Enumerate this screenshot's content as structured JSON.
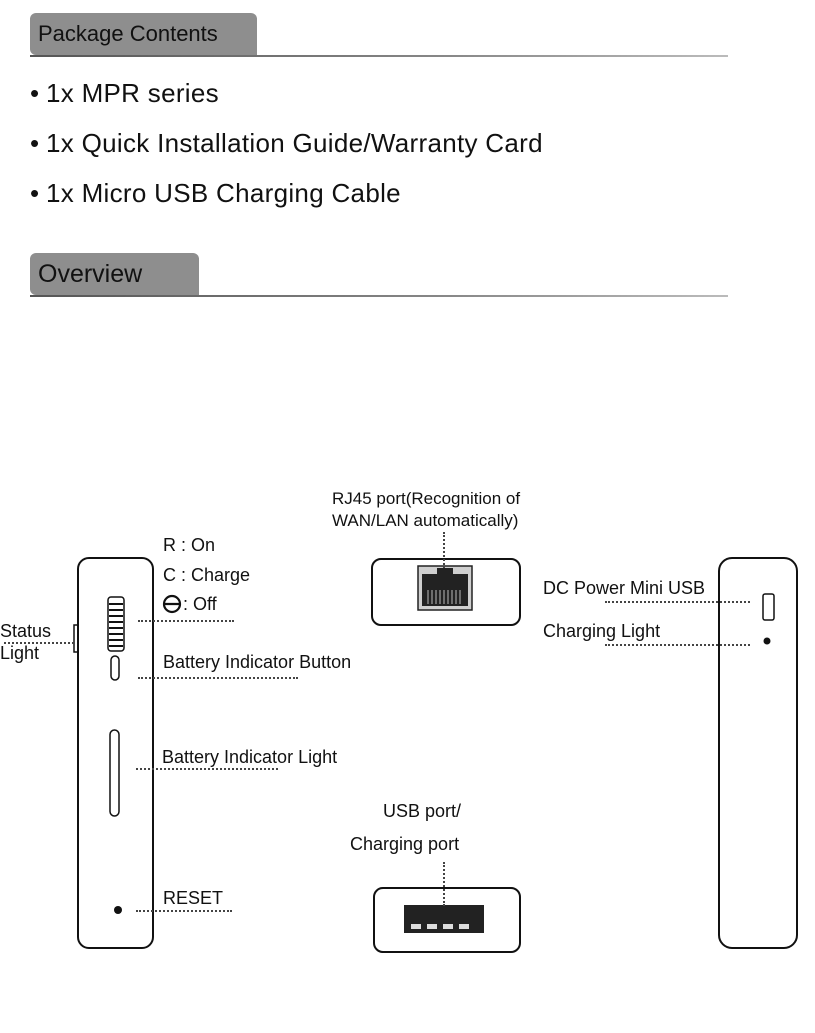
{
  "package_contents": {
    "header": "Package Contents",
    "items": [
      "1x MPR series",
      "1x Quick Installation Guide/Warranty Card",
      "1x Micro USB Charging Cable"
    ]
  },
  "overview": {
    "header": "Overview",
    "labels": {
      "rj45_line1": "RJ45 port(Recognition of",
      "rj45_line2": "WAN/LAN automatically)",
      "switch_r": "R : On",
      "switch_c": "C : Charge",
      "switch_off": ": Off",
      "status_line1": "Status",
      "status_line2": "Light",
      "battery_button": "Battery Indicator Button",
      "battery_light": "Battery Indicator Light",
      "reset": "RESET",
      "usb_line1": "USB port/",
      "usb_line2": "Charging port",
      "dc_power": "DC Power Mini USB",
      "charging_light": "Charging Light"
    }
  }
}
